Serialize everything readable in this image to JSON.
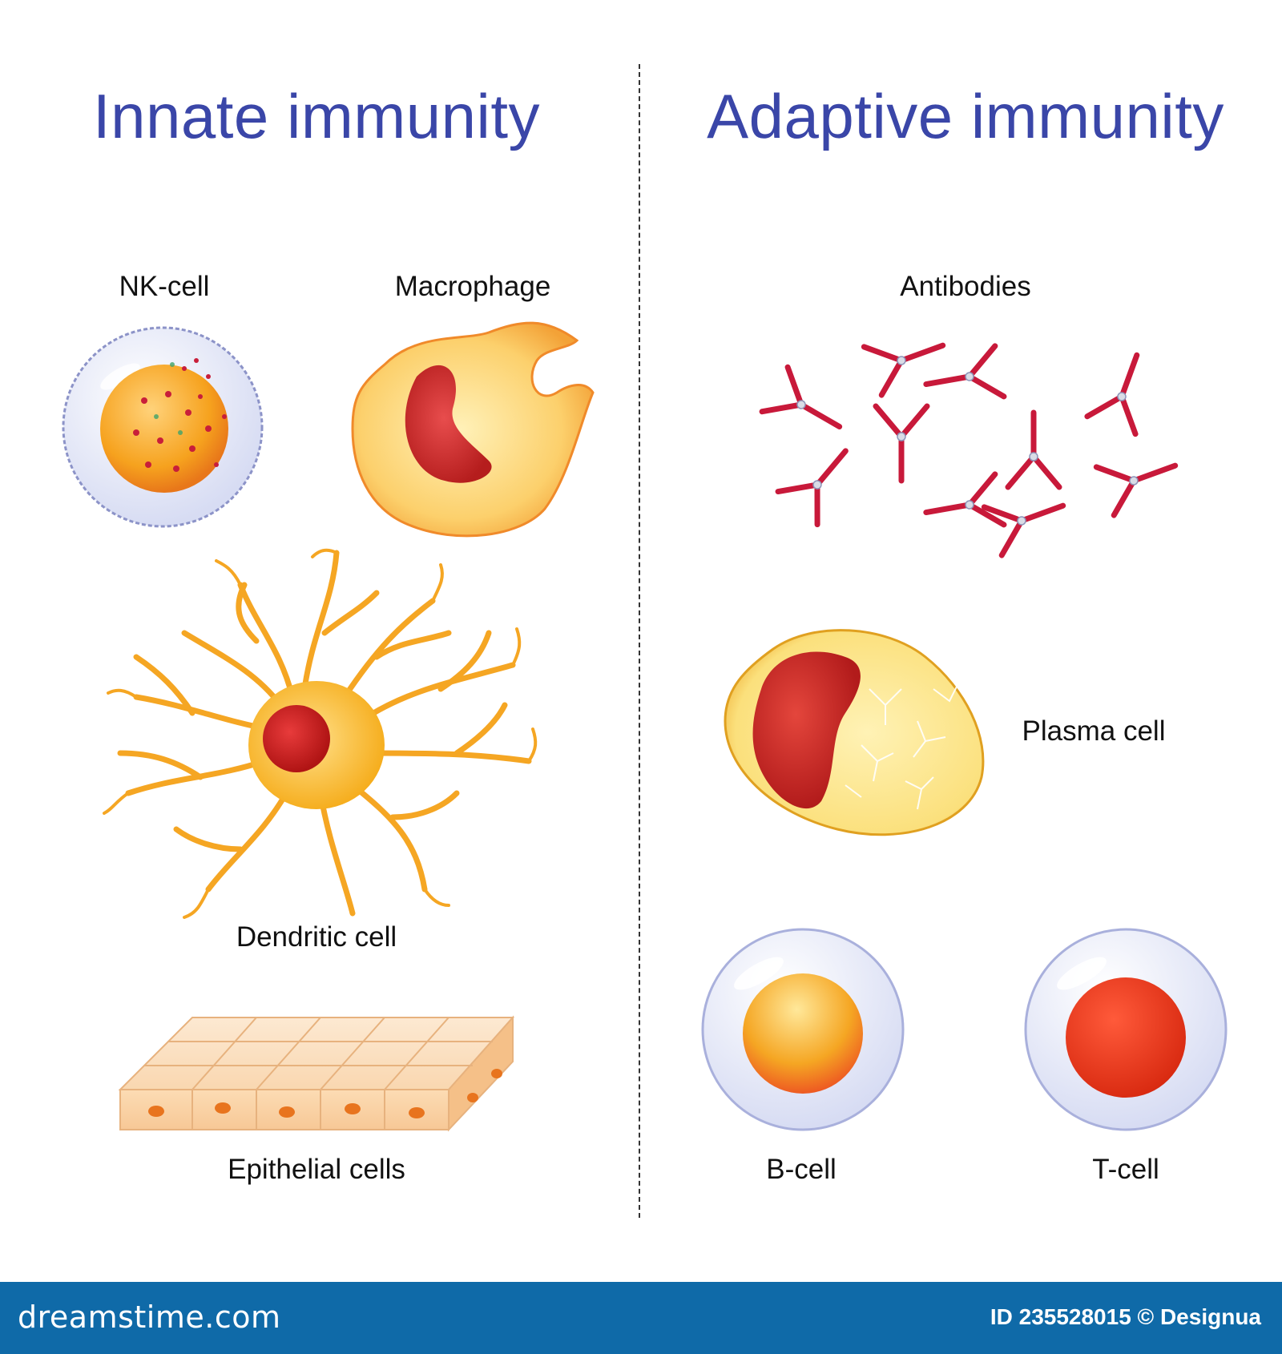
{
  "headings": {
    "innate": "Innate immunity",
    "adaptive": "Adaptive immunity"
  },
  "labels": {
    "nk_cell": "NK-cell",
    "macrophage": "Macrophage",
    "dendritic_cell": "Dendritic cell",
    "epithelial_cells": "Epithelial cells",
    "antibodies": "Antibodies",
    "plasma_cell": "Plasma cell",
    "b_cell": "B-cell",
    "t_cell": "T-cell"
  },
  "footer": {
    "brand": "dreamstime.com",
    "credit": "ID 235528015 © Designua"
  },
  "colors": {
    "heading": "#3a46a8",
    "footer_bg": "#0f6aa8",
    "antibody": "#c8193a",
    "nucleus_red": "#c81e1e",
    "cytoplasm_yellow": "#fbe28a",
    "dendritic_orange": "#f4b400"
  }
}
